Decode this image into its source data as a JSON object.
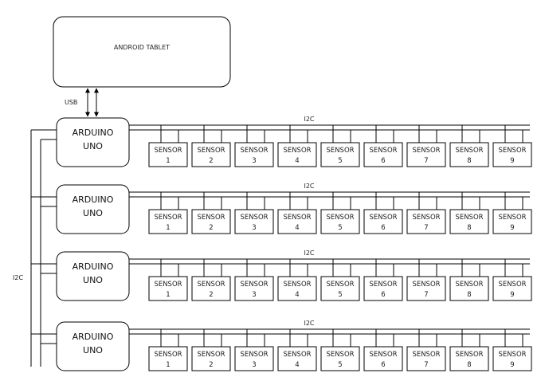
{
  "tablet": {
    "label": "ANDROID TABLET"
  },
  "link": {
    "usb_label": "USB"
  },
  "bus": {
    "left_label": "I2C"
  },
  "boards": [
    {
      "line1": "ARDUINO",
      "line2": "UNO",
      "bus_label": "I2C",
      "sensors": [
        {
          "l1": "SENSOR",
          "l2": "1"
        },
        {
          "l1": "SENSOR",
          "l2": "2"
        },
        {
          "l1": "SENSOR",
          "l2": "3"
        },
        {
          "l1": "SENSOR",
          "l2": "4"
        },
        {
          "l1": "SENSOR",
          "l2": "5"
        },
        {
          "l1": "SENSOR",
          "l2": "6"
        },
        {
          "l1": "SENSOR",
          "l2": "7"
        },
        {
          "l1": "SENSOR",
          "l2": "8"
        },
        {
          "l1": "SENSOR",
          "l2": "9"
        }
      ]
    },
    {
      "line1": "ARDUINO",
      "line2": "UNO",
      "bus_label": "I2C",
      "sensors": [
        {
          "l1": "SENSOR",
          "l2": "1"
        },
        {
          "l1": "SENSOR",
          "l2": "2"
        },
        {
          "l1": "SENSOR",
          "l2": "3"
        },
        {
          "l1": "SENSOR",
          "l2": "4"
        },
        {
          "l1": "SENSOR",
          "l2": "5"
        },
        {
          "l1": "SENSOR",
          "l2": "6"
        },
        {
          "l1": "SENSOR",
          "l2": "7"
        },
        {
          "l1": "SENSOR",
          "l2": "8"
        },
        {
          "l1": "SENSOR",
          "l2": "9"
        }
      ]
    },
    {
      "line1": "ARDUINO",
      "line2": "UNO",
      "bus_label": "I2C",
      "sensors": [
        {
          "l1": "SENSOR",
          "l2": "1"
        },
        {
          "l1": "SENSOR",
          "l2": "2"
        },
        {
          "l1": "SENSOR",
          "l2": "3"
        },
        {
          "l1": "SENSOR",
          "l2": "4"
        },
        {
          "l1": "SENSOR",
          "l2": "5"
        },
        {
          "l1": "SENSOR",
          "l2": "6"
        },
        {
          "l1": "SENSOR",
          "l2": "7"
        },
        {
          "l1": "SENSOR",
          "l2": "8"
        },
        {
          "l1": "SENSOR",
          "l2": "9"
        }
      ]
    },
    {
      "line1": "ARDUINO",
      "line2": "UNO",
      "bus_label": "I2C",
      "sensors": [
        {
          "l1": "SENSOR",
          "l2": "1"
        },
        {
          "l1": "SENSOR",
          "l2": "2"
        },
        {
          "l1": "SENSOR",
          "l2": "3"
        },
        {
          "l1": "SENSOR",
          "l2": "4"
        },
        {
          "l1": "SENSOR",
          "l2": "5"
        },
        {
          "l1": "SENSOR",
          "l2": "6"
        },
        {
          "l1": "SENSOR",
          "l2": "7"
        },
        {
          "l1": "SENSOR",
          "l2": "8"
        },
        {
          "l1": "SENSOR",
          "l2": "9"
        }
      ]
    }
  ]
}
